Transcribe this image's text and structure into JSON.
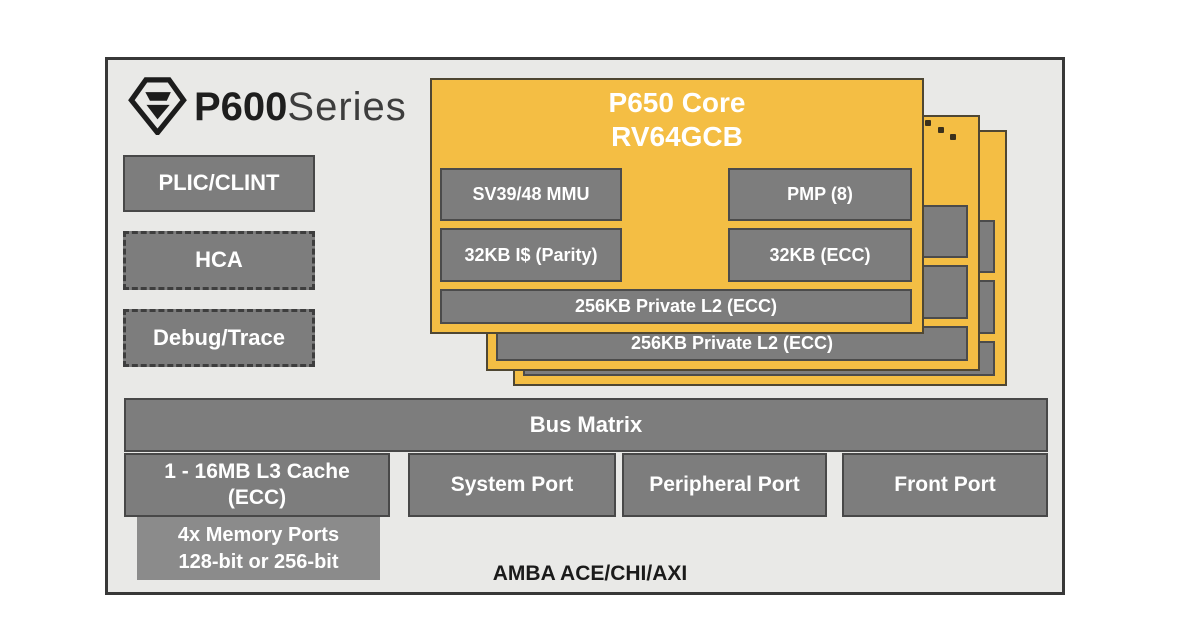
{
  "brand": {
    "logo_icon": "sifive-shield-logo",
    "name_bold": "P600",
    "name_light": "Series"
  },
  "left_blocks": [
    {
      "label": "PLIC/CLINT",
      "border_style": "solid"
    },
    {
      "label": "HCA",
      "border_style": "dashed"
    },
    {
      "label": "Debug/Trace",
      "border_style": "dashed"
    }
  ],
  "core_cluster": {
    "stack_count": 3,
    "more_cores_icon": "diagonal-ellipsis-dots",
    "front_core": {
      "title_line1": "P650 Core",
      "title_line2": "RV64GCB",
      "mmu": "SV39/48 MMU",
      "pmp": "PMP (8)",
      "icache": "32KB I$ (Parity)",
      "dcache": "32KB (ECC)",
      "l2": "256KB Private L2 (ECC)"
    },
    "second_core": {
      "l2": "256KB Private L2 (ECC)"
    }
  },
  "bus_matrix": {
    "label": "Bus Matrix"
  },
  "l3_cache": {
    "line1": "1 - 16MB L3 Cache",
    "line2": "(ECC)"
  },
  "ports": [
    {
      "label": "System Port"
    },
    {
      "label": "Peripheral Port"
    },
    {
      "label": "Front Port"
    }
  ],
  "memory_ports": {
    "line1": "4x Memory Ports",
    "line2": "128-bit or 256-bit"
  },
  "amba_label": "AMBA ACE/CHI/AXI",
  "colors": {
    "card_yellow": "#F4BE44",
    "block_gray": "#7D7D7D",
    "memory_gray": "#8B8B8B",
    "frame_bg": "#E9E9E7",
    "frame_border": "#383838",
    "text_white": "#FFFFFF",
    "text_dark": "#1E1E1E"
  }
}
